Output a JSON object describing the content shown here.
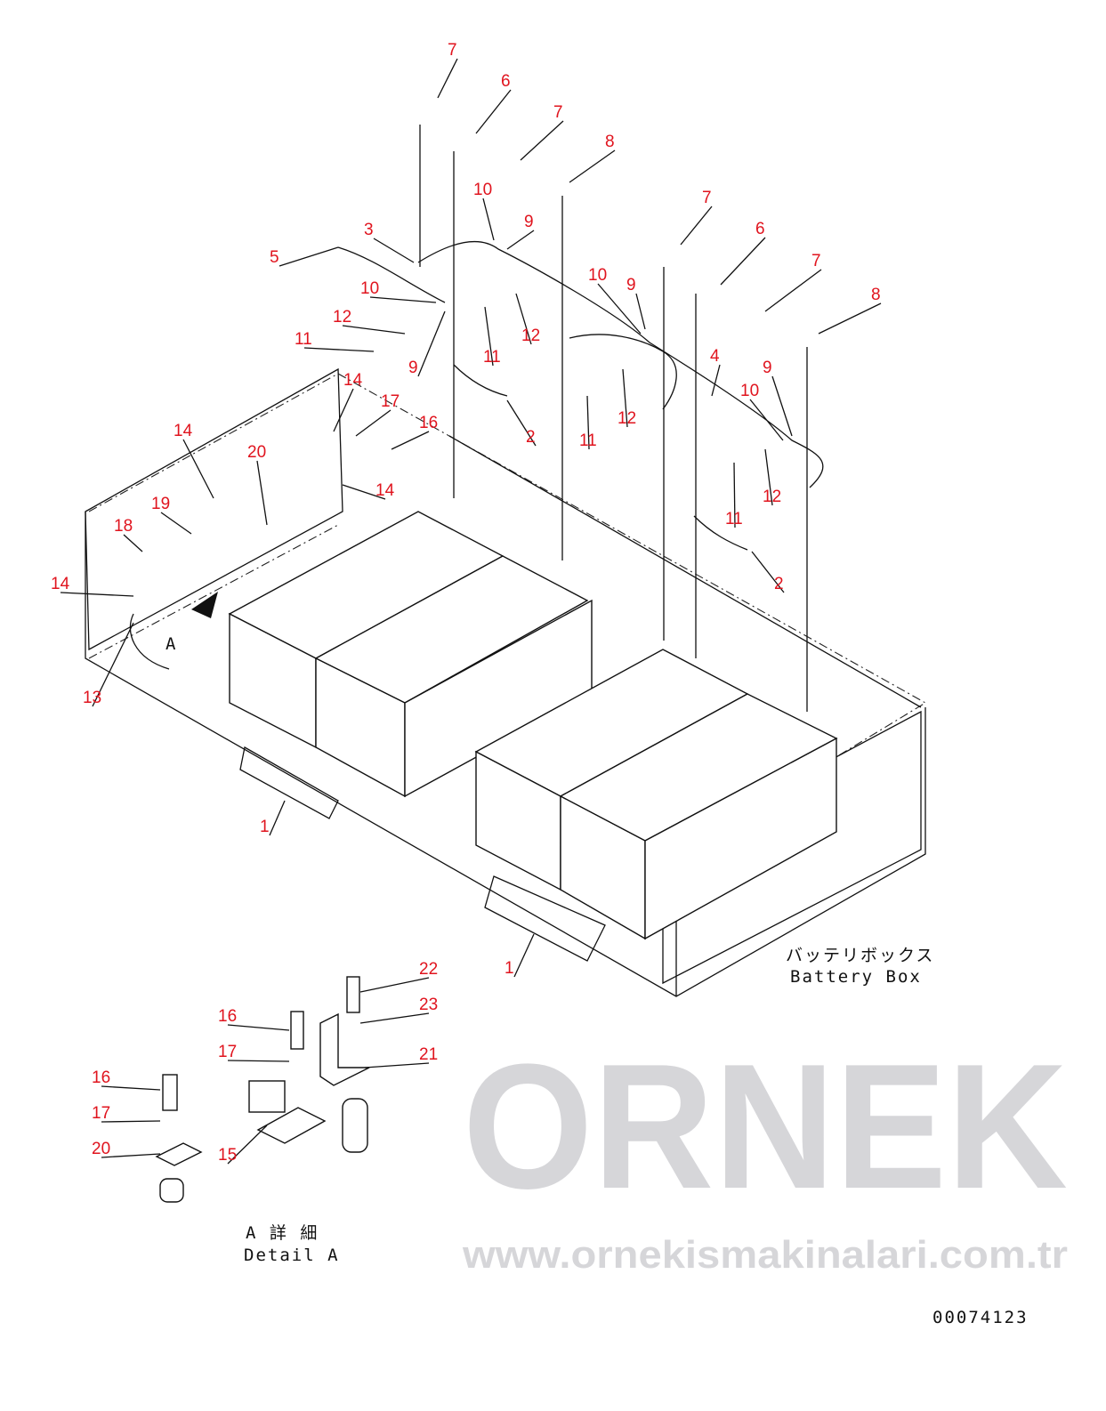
{
  "diagram": {
    "callouts": [
      "7",
      "6",
      "7",
      "8",
      "10",
      "9",
      "3",
      "5",
      "10",
      "12",
      "11",
      "9",
      "11",
      "12",
      "10",
      "9",
      "7",
      "6",
      "7",
      "8",
      "4",
      "9",
      "10",
      "12",
      "11",
      "2",
      "12",
      "11",
      "2",
      "14",
      "17",
      "16",
      "14",
      "20",
      "14",
      "19",
      "18",
      "14",
      "13",
      "1",
      "1",
      "22",
      "23",
      "16",
      "17",
      "21",
      "16",
      "17",
      "20",
      "15"
    ],
    "detail_marker": "A",
    "battery_box_label_jp": "バッテリボックス",
    "battery_box_label_en": "Battery Box",
    "detail_label_jp": "A 詳 細",
    "detail_label_en": "Detail A",
    "drawing_number": "00074123"
  },
  "watermark": {
    "brand": "ORNEK",
    "url": "www.ornekismakinalari.com.tr"
  },
  "colors": {
    "callout": "#e0141e",
    "watermark": "#c9c9cd"
  }
}
